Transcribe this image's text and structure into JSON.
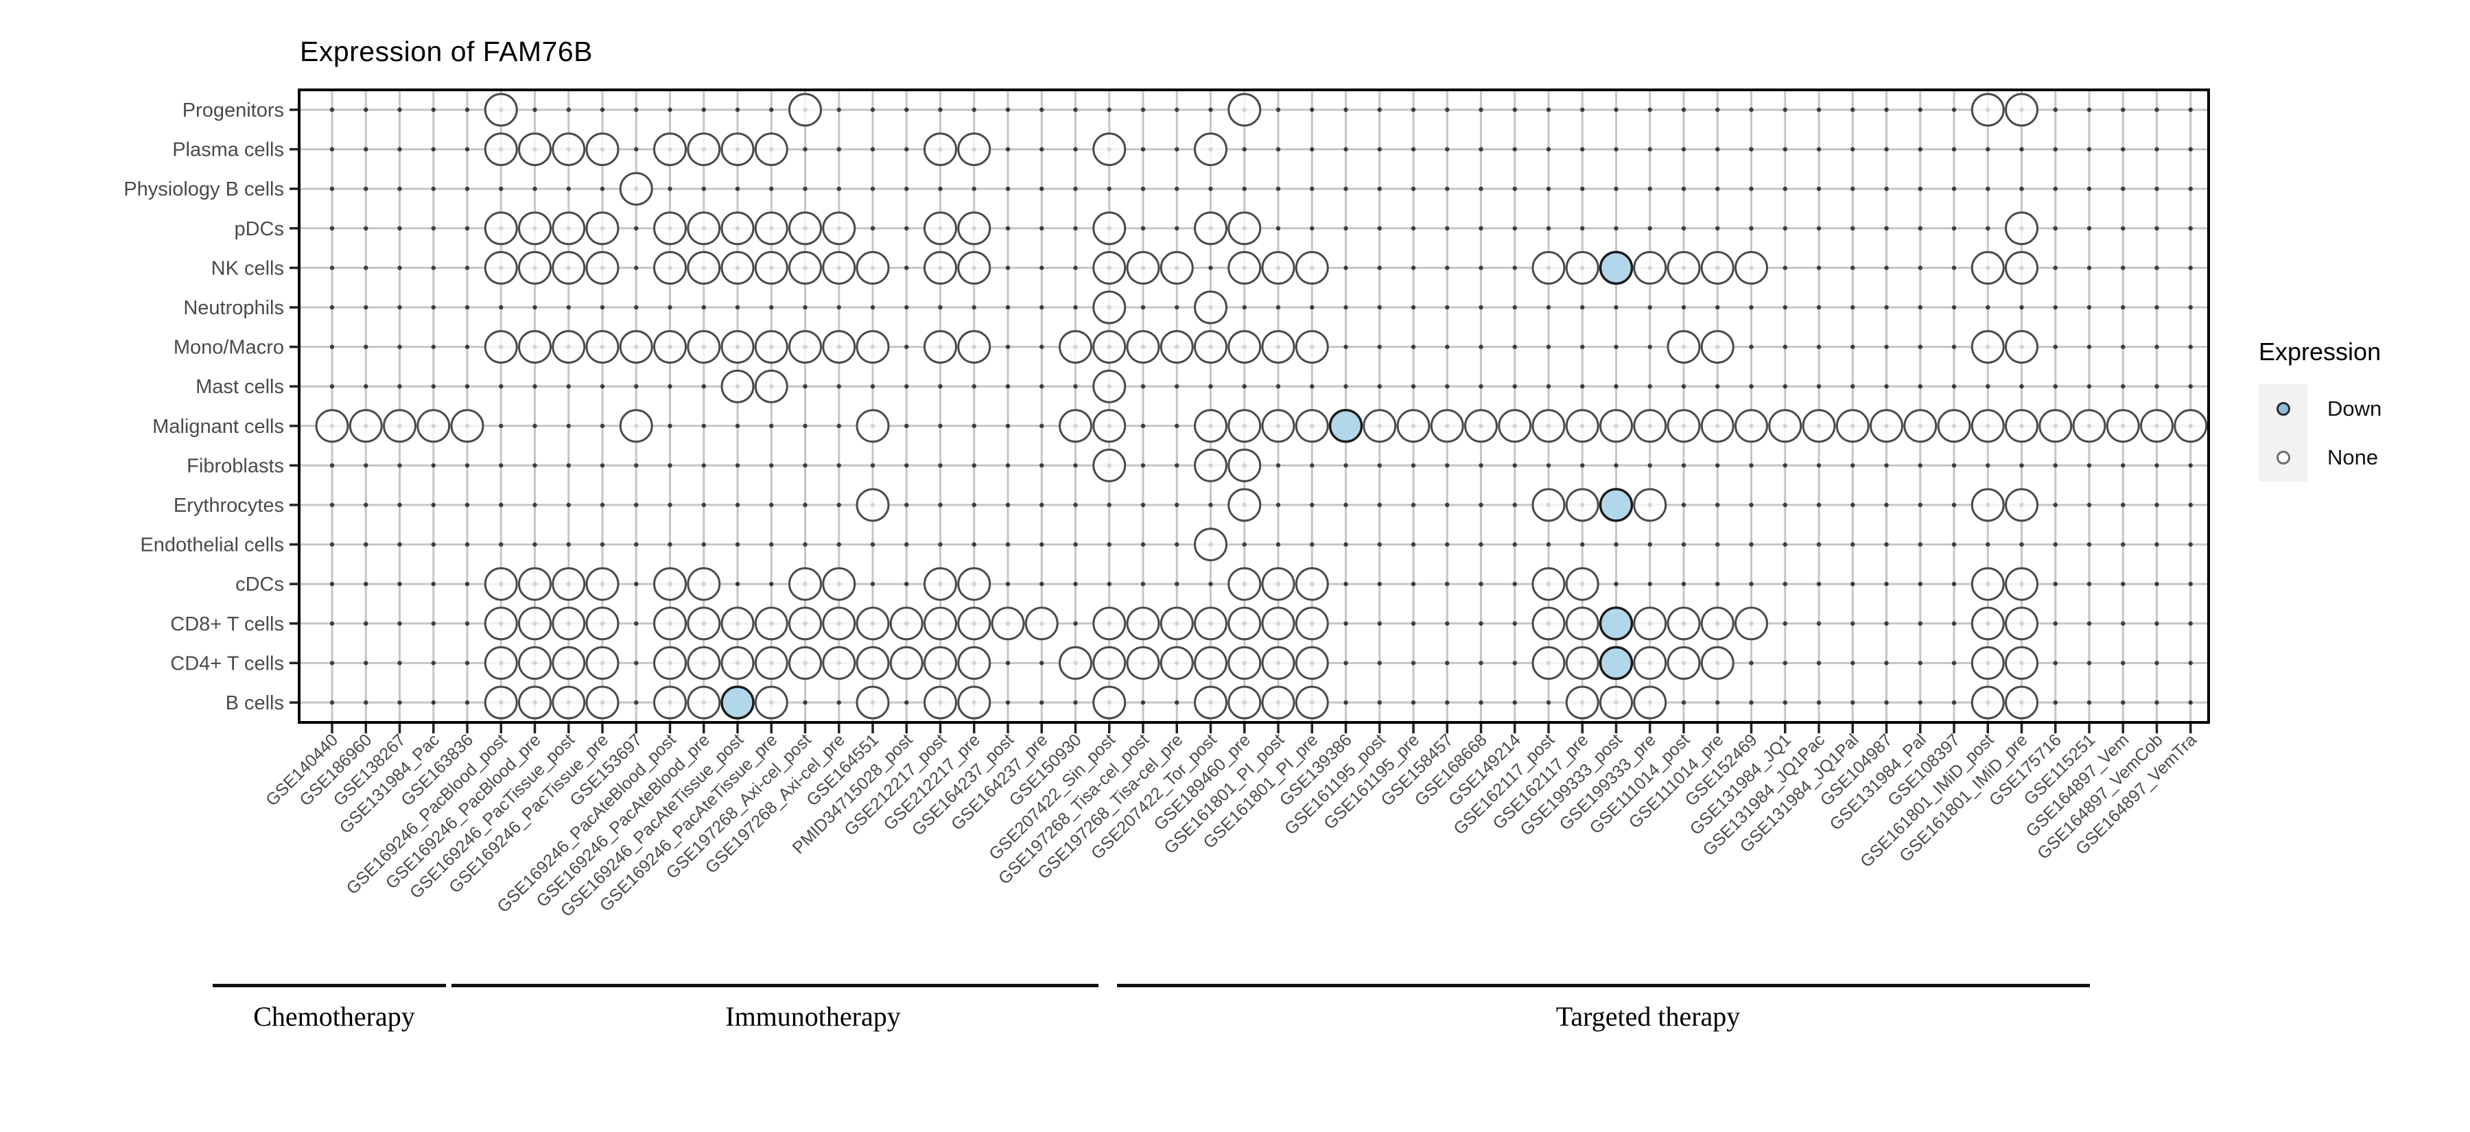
{
  "title": "Expression of FAM76B",
  "legend": {
    "title": "Expression",
    "items": [
      {
        "label": "Down",
        "type": "down"
      },
      {
        "label": "None",
        "type": "none"
      }
    ]
  },
  "therapy_groups": [
    {
      "label": "Chemotherapy",
      "first_dataset": 1,
      "last_dataset": 5
    },
    {
      "label": "Immunotherapy",
      "first_dataset": 6,
      "last_dataset": 27
    },
    {
      "label": "Targeted therapy",
      "first_dataset": 28,
      "last_dataset": 56
    }
  ],
  "colors": {
    "down_fill": "#b3d7ea",
    "down_stroke": "#1c1c1c",
    "none_fill": "#ffffff",
    "none_stroke": "#4a4a4a",
    "grid_line": "#c6c6c6",
    "grid_dot": "#3d3d3d",
    "axis_text": "#4a4a4a",
    "frame": "#000000",
    "legend_key_bg": "#f2f2f2",
    "legend_down_dot": "#8fbcdb"
  },
  "chart_data": {
    "type": "dot-matrix",
    "title": "Expression of FAM76B",
    "legend_title": "Expression",
    "legend_position": "right",
    "legend_entries": [
      "Down",
      "None"
    ],
    "y_categories": [
      "Progenitors",
      "Plasma cells",
      "Physiology B cells",
      "pDCs",
      "NK cells",
      "Neutrophils",
      "Mono/Macro",
      "Mast cells",
      "Malignant cells",
      "Fibroblasts",
      "Erythrocytes",
      "Endothelial cells",
      "cDCs",
      "CD8+ T cells",
      "CD4+ T cells",
      "B cells"
    ],
    "x_categories": [
      "GSE140440",
      "GSE186960",
      "GSE138267",
      "GSE131984_Pac",
      "GSE163836",
      "GSE169246_PacBlood_post",
      "GSE169246_PacBlood_pre",
      "GSE169246_PacTissue_post",
      "GSE169246_PacTissue_pre",
      "GSE153697",
      "GSE169246_PacAteBlood_post",
      "GSE169246_PacAteBlood_pre",
      "GSE169246_PacAteTissue_post",
      "GSE169246_PacAteTissue_pre",
      "GSE197268_Axi-cel_post",
      "GSE197268_Axi-cel_pre",
      "GSE164551",
      "PMID34715028_post",
      "GSE212217_post",
      "GSE212217_pre",
      "GSE164237_post",
      "GSE164237_pre",
      "GSE150930",
      "GSE207422_Sin_post",
      "GSE197268_Tisa-cel_post",
      "GSE197268_Tisa-cel_pre",
      "GSE207422_Tor_post",
      "GSE189460_pre",
      "GSE161801_PI_post",
      "GSE161801_PI_pre",
      "GSE139386",
      "GSE161195_post",
      "GSE161195_pre",
      "GSE158457",
      "GSE168668",
      "GSE149214",
      "GSE162117_post",
      "GSE162117_pre",
      "GSE199333_post",
      "GSE199333_pre",
      "GSE111014_post",
      "GSE111014_pre",
      "GSE152469",
      "GSE131984_JQ1",
      "GSE131984_JQ1Pac",
      "GSE131984_JQ1Pal",
      "GSE104987",
      "GSE131984_Pal",
      "GSE108397",
      "GSE161801_IMiD_post",
      "GSE161801_IMiD_pre",
      "GSE175716",
      "GSE115251",
      "GSE164897_Vem",
      "GSE164897_VemCob",
      "GSE164897_VemTra"
    ],
    "presence": {
      "Progenitors": [
        6,
        15,
        28,
        50,
        51
      ],
      "Plasma cells": [
        6,
        7,
        8,
        9,
        11,
        12,
        13,
        14,
        19,
        20,
        24,
        27
      ],
      "Physiology B cells": [
        10
      ],
      "pDCs": [
        6,
        7,
        8,
        9,
        11,
        12,
        13,
        14,
        15,
        16,
        19,
        20,
        24,
        27,
        28,
        51
      ],
      "NK cells": [
        6,
        7,
        8,
        9,
        11,
        12,
        13,
        14,
        15,
        16,
        17,
        19,
        20,
        24,
        25,
        26,
        28,
        29,
        30,
        37,
        38,
        39,
        40,
        41,
        42,
        43,
        50,
        51
      ],
      "Neutrophils": [
        24,
        27
      ],
      "Mono/Macro": [
        6,
        7,
        8,
        9,
        10,
        11,
        12,
        13,
        14,
        15,
        16,
        17,
        19,
        20,
        23,
        24,
        25,
        26,
        27,
        28,
        29,
        30,
        41,
        42,
        50,
        51
      ],
      "Mast cells": [
        13,
        14,
        24
      ],
      "Malignant cells": [
        1,
        2,
        3,
        4,
        5,
        10,
        17,
        23,
        24,
        27,
        28,
        29,
        30,
        31,
        32,
        33,
        34,
        35,
        36,
        37,
        38,
        39,
        40,
        41,
        42,
        43,
        44,
        45,
        46,
        47,
        48,
        49,
        50,
        51,
        52,
        53,
        54,
        55,
        56
      ],
      "Fibroblasts": [
        24,
        27,
        28
      ],
      "Erythrocytes": [
        17,
        28,
        37,
        38,
        39,
        40,
        50,
        51
      ],
      "Endothelial cells": [
        27
      ],
      "cDCs": [
        6,
        7,
        8,
        9,
        11,
        12,
        15,
        16,
        19,
        20,
        28,
        29,
        30,
        37,
        38,
        50,
        51
      ],
      "CD8+ T cells": [
        6,
        7,
        8,
        9,
        11,
        12,
        13,
        14,
        15,
        16,
        17,
        18,
        19,
        20,
        21,
        22,
        24,
        25,
        26,
        27,
        28,
        29,
        30,
        37,
        38,
        39,
        40,
        41,
        42,
        43,
        50,
        51
      ],
      "CD4+ T cells": [
        6,
        7,
        8,
        9,
        11,
        12,
        13,
        14,
        15,
        16,
        17,
        18,
        19,
        20,
        23,
        24,
        25,
        26,
        27,
        28,
        29,
        30,
        37,
        38,
        39,
        40,
        41,
        42,
        50,
        51
      ],
      "B cells": [
        6,
        7,
        8,
        9,
        11,
        12,
        13,
        14,
        17,
        19,
        20,
        24,
        27,
        28,
        29,
        30,
        38,
        39,
        40,
        50,
        51
      ]
    },
    "down_points": [
      {
        "cell_type": "B cells",
        "dataset": "GSE169246_PacAteTissue_post",
        "dataset_index": 13
      },
      {
        "cell_type": "Malignant cells",
        "dataset": "GSE139386",
        "dataset_index": 31
      },
      {
        "cell_type": "NK cells",
        "dataset": "GSE199333_post",
        "dataset_index": 39
      },
      {
        "cell_type": "Erythrocytes",
        "dataset": "GSE199333_post",
        "dataset_index": 39
      },
      {
        "cell_type": "CD8+ T cells",
        "dataset": "GSE199333_post",
        "dataset_index": 39
      },
      {
        "cell_type": "CD4+ T cells",
        "dataset": "GSE199333_post",
        "dataset_index": 39
      }
    ]
  }
}
